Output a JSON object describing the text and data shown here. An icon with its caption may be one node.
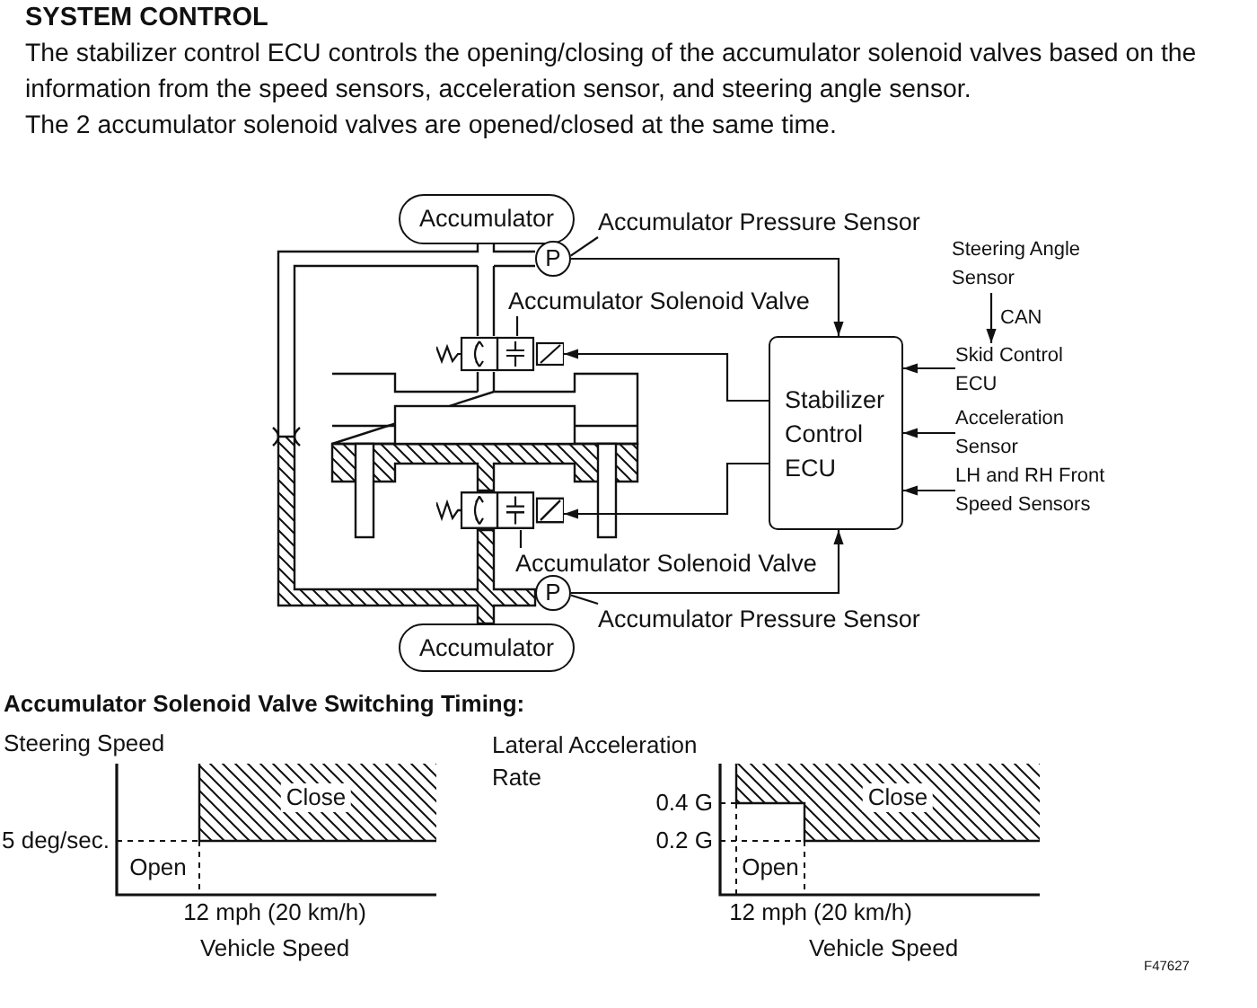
{
  "diagram": {
    "title": "SYSTEM CONTROL",
    "nodes": [
      {
        "text": [
          "Accumulator"
        ]
      },
      {
        "text": [
          "P"
        ]
      },
      {
        "text": [
          "Accumulator Pressure Sensor"
        ]
      },
      {
        "text": [
          "Accumulator Solenoid Valve"
        ]
      },
      {
        "text": [],
        "shape": "valve"
      },
      {
        "text": [
          "Stabilizer Control ECU"
        ]
      },
      {
        "text": [
          "Steering Angle Sensor"
        ]
      },
      {
        "text": [
          "Skid Control ECU"
        ]
      },
      {
        "text": [
          "Acceleration Sensor"
        ]
      },
      {
        "text": [
          "LH and RH Front Speed Sensors"
        ]
      },
      {
        "text": [],
        "shape": "valve"
      },
      {
        "text": [
          "Accumulator Solenoid Valve"
        ]
      },
      {
        "text": [
          "P"
        ]
      },
      {
        "text": [
          "Accumulator Pressure Sensor"
        ]
      },
      {
        "text": [
          "Accumulator"
        ]
      }
    ],
    "edges": [
      {
        "from": 2,
        "to": 1,
        "arrow": "none"
      },
      {
        "from": 3,
        "to": 4,
        "arrow": "none"
      },
      {
        "from": 11,
        "to": 10,
        "arrow": "none"
      },
      {
        "from": 13,
        "to": 12,
        "arrow": "none"
      },
      {
        "from": 1,
        "to": 5,
        "arrow": "to"
      },
      {
        "from": 12,
        "to": 5,
        "arrow": "to"
      },
      {
        "from": 5,
        "to": 4,
        "arrow": "to"
      },
      {
        "from": 5,
        "to": 10,
        "arrow": "to"
      },
      {
        "from": 6,
        "to": 7,
        "arrow": "to",
        "label": "CAN"
      },
      {
        "from": 7,
        "to": 5,
        "arrow": "to"
      },
      {
        "from": 8,
        "to": 5,
        "arrow": "to"
      },
      {
        "from": 9,
        "to": 5,
        "arrow": "to"
      }
    ],
    "labels": [
      "The stabilizer control ECU controls the opening/closing of the accumulator solenoid valves based on the information from the speed sensors, acceleration sensor, and steering angle sensor.",
      "The 2 accumulator solenoid valves are opened/closed at the same time.",
      "Accumulator Solenoid Valve Switching Timing:",
      "Steering Speed",
      "5 deg/sec.",
      "Close",
      "Open",
      "12 mph (20 km/h)",
      "Vehicle Speed",
      "Lateral Acceleration Rate",
      "0.4 G",
      "0.2 G",
      "Close",
      "Open",
      "12 mph (20 km/h)",
      "Vehicle Speed",
      "F47627"
    ]
  }
}
